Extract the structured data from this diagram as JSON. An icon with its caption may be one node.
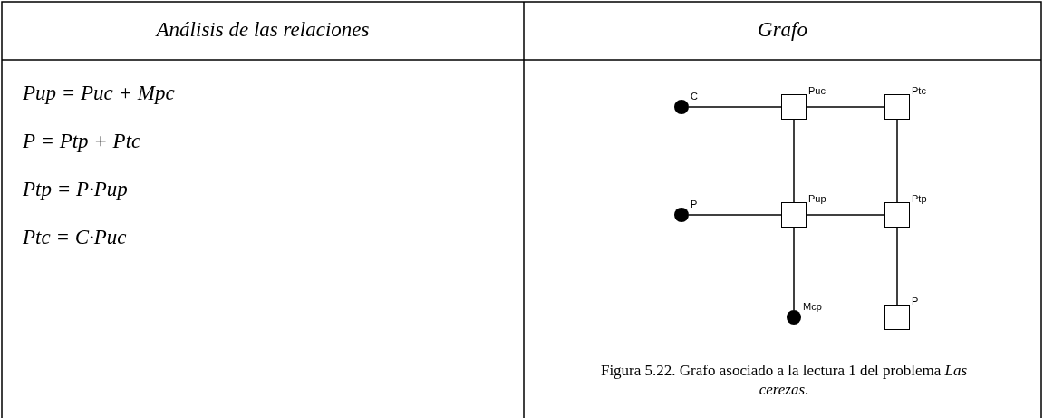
{
  "diagram": {
    "caption": "Figura 5.22. Grafo asociado a la lectura 1 del problema *Las cerezas*.",
    "nodes": [
      {
        "text": [],
        "shape": "circle",
        "beside": [
          "C"
        ]
      },
      {
        "text": [],
        "shape": "box",
        "beside": [
          "Puc"
        ]
      },
      {
        "text": [],
        "shape": "box",
        "beside": [
          "Ptc"
        ]
      },
      {
        "text": [],
        "shape": "circle",
        "beside": [
          "P"
        ]
      },
      {
        "text": [],
        "shape": "box",
        "beside": [
          "Pup"
        ]
      },
      {
        "text": [],
        "shape": "box",
        "beside": [
          "Ptp"
        ]
      },
      {
        "text": [],
        "shape": "circle",
        "beside": [
          "Mcp"
        ]
      },
      {
        "text": [],
        "shape": "box",
        "beside": [
          "P"
        ]
      }
    ],
    "edges": [
      {
        "from": 0,
        "to": 1,
        "arrow": "none"
      },
      {
        "from": 1,
        "to": 2,
        "arrow": "none"
      },
      {
        "from": 1,
        "to": 4,
        "arrow": "none"
      },
      {
        "from": 2,
        "to": 5,
        "arrow": "none"
      },
      {
        "from": 3,
        "to": 4,
        "arrow": "none"
      },
      {
        "from": 4,
        "to": 5,
        "arrow": "none"
      },
      {
        "from": 4,
        "to": 6,
        "arrow": "none"
      },
      {
        "from": 5,
        "to": 7,
        "arrow": "none"
      }
    ],
    "labels": [
      "Análisis de las relaciones",
      "Grafo",
      "Pup = Puc + Mpc",
      "P = Ptp + Ptc",
      "Ptp = P·Pup",
      "Ptc = C·Puc"
    ]
  }
}
